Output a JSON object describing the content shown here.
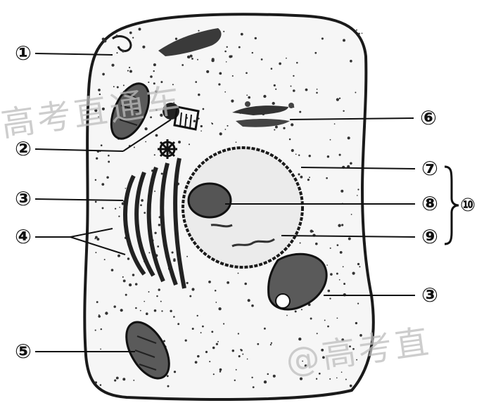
{
  "labels": {
    "l1": "①",
    "l2": "②",
    "l3a": "③",
    "l3b": "③",
    "l4": "④",
    "l5": "⑤",
    "l6": "⑥",
    "l7": "⑦",
    "l8": "⑧",
    "l9": "⑨",
    "l10": "⑩"
  },
  "watermark": {
    "top_left": "高考直通车",
    "bottom_right": "@高考直"
  },
  "colors": {
    "ink": "#111111",
    "membrane": "#1a1a1a",
    "paper": "#ffffff",
    "watermark": "#bdbdbd"
  }
}
